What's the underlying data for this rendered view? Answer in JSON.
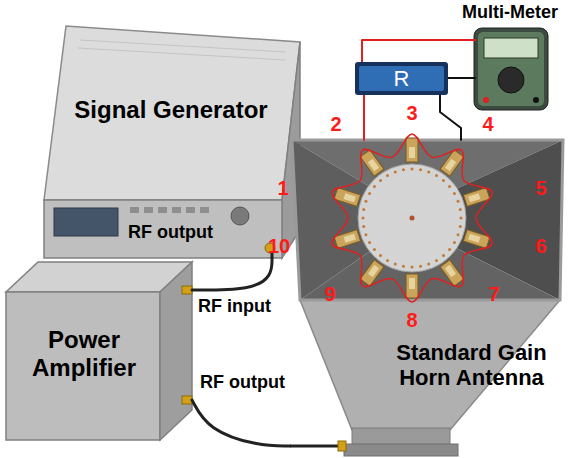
{
  "diagram": {
    "nodes": [
      {
        "text": [
          "Signal Generator"
        ]
      },
      {
        "text": [
          "Multi-Meter"
        ]
      },
      {
        "text": [
          "R"
        ]
      },
      {
        "text": [
          "Standard Gain Horn Antenna"
        ]
      },
      {
        "text": [
          "Power Amplifier"
        ]
      }
    ],
    "edges": [
      {
        "from": 0,
        "to": 4,
        "arrow": "none"
      },
      {
        "from": 4,
        "to": 3,
        "arrow": "none"
      },
      {
        "from": 2,
        "to": 1,
        "arrow": "none"
      },
      {
        "from": 2,
        "to": 1,
        "arrow": "none"
      },
      {
        "from": 2,
        "to": 3,
        "arrow": "none"
      },
      {
        "from": 2,
        "to": 3,
        "arrow": "none"
      }
    ],
    "labels": [
      "RF output",
      "RF input",
      "RF output",
      "1",
      "2",
      "3",
      "4",
      "5",
      "6",
      "7",
      "8",
      "9",
      "10"
    ]
  }
}
